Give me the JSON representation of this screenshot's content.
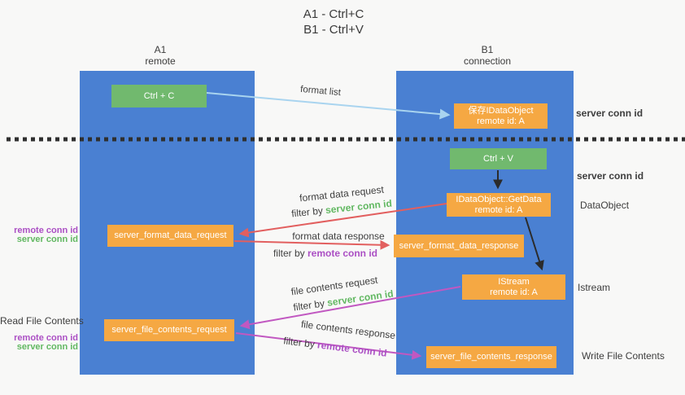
{
  "title": {
    "line1": "A1 - Ctrl+C",
    "line2": "B1 - Ctrl+V"
  },
  "lanes": {
    "left": {
      "name": "A1",
      "role": "remote"
    },
    "right": {
      "name": "B1",
      "role": "connection"
    }
  },
  "boxes": {
    "ctrl_c": {
      "label": "Ctrl + C"
    },
    "save_idataobject": {
      "line1": "保存IDataObject",
      "line2": "remote id: A"
    },
    "ctrl_v": {
      "label": "Ctrl + V"
    },
    "getdata": {
      "line1": "IDataObject::GetData",
      "line2": "remote id: A"
    },
    "format_request": {
      "label": "server_format_data_request"
    },
    "format_response": {
      "label": "server_format_data_response"
    },
    "istream": {
      "line1": "IStream",
      "line2": "remote id: A"
    },
    "file_request": {
      "label": "server_file_contents_request"
    },
    "file_response": {
      "label": "server_file_contents_response"
    }
  },
  "arrows": {
    "format_list": {
      "label": "format list"
    },
    "format_data_request": {
      "label": "format data request",
      "filter_prefix": "filter by",
      "filter_key": "server conn id"
    },
    "format_data_response": {
      "label": "format data response",
      "filter_prefix": "filter by",
      "filter_key": "remote conn id"
    },
    "file_contents_request": {
      "label": "file contents request",
      "filter_prefix": "filter by",
      "filter_key": "server conn id"
    },
    "file_contents_response": {
      "label": "file contents response",
      "filter_prefix": "filter by",
      "filter_key": "remote conn id"
    }
  },
  "side_notes": {
    "server_conn_id_top": "server conn id",
    "server_conn_id_mid": "server conn id",
    "dataobject": "DataObject",
    "istream": "Istream",
    "write_file_contents": "Write File Contents",
    "read_file_contents": "Read File Contents",
    "pair1": {
      "remote": "remote conn id",
      "server": "server conn id"
    },
    "pair2": {
      "remote": "remote conn id",
      "server": "server conn id"
    }
  },
  "colors": {
    "lane_blue": "#4a80d2",
    "box_green": "#71b96e",
    "box_orange": "#f5a843",
    "arrow_red": "#e25f5f",
    "arrow_magenta": "#c158c1",
    "arrow_lightblue": "#a9d4ef",
    "arrow_black": "#2b2b2b",
    "text_green": "#62b862",
    "text_purple": "#ab4fc4",
    "dotted_line": "#2f2f2f",
    "background": "#f8f8f7"
  }
}
